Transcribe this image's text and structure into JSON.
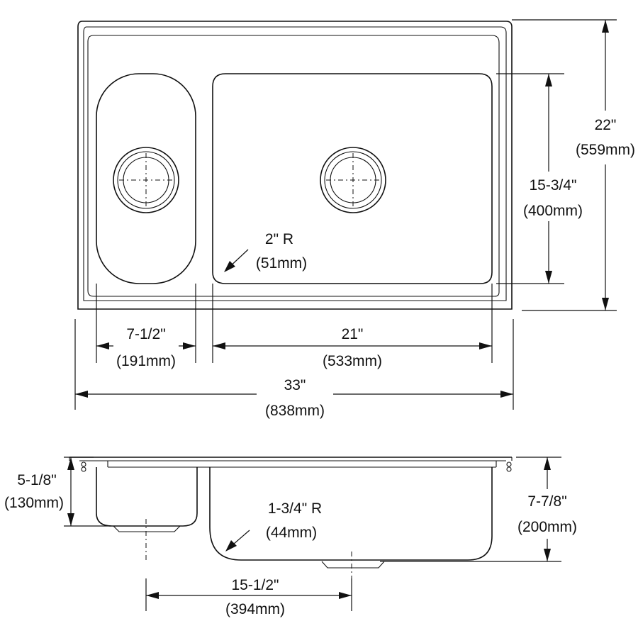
{
  "top_view": {
    "overall_width": {
      "imperial": "33\"",
      "metric": "(838mm)"
    },
    "overall_depth": {
      "imperial": "22\"",
      "metric": "(559mm)"
    },
    "small_bowl_width": {
      "imperial": "7-1/2\"",
      "metric": "(191mm)"
    },
    "large_bowl_width": {
      "imperial": "21\"",
      "metric": "(533mm)"
    },
    "bowl_depth_front_to_back": {
      "imperial": "15-3/4\"",
      "metric": "(400mm)"
    },
    "corner_radius": {
      "imperial": "2\" R",
      "metric": "(51mm)"
    }
  },
  "side_view": {
    "small_bowl_depth": {
      "imperial": "5-1/8\"",
      "metric": "(130mm)"
    },
    "large_bowl_depth": {
      "imperial": "7-7/8\"",
      "metric": "(200mm)"
    },
    "bottom_radius": {
      "imperial": "1-3/4\" R",
      "metric": "(44mm)"
    },
    "drain_spacing": {
      "imperial": "15-1/2\"",
      "metric": "(394mm)"
    }
  }
}
